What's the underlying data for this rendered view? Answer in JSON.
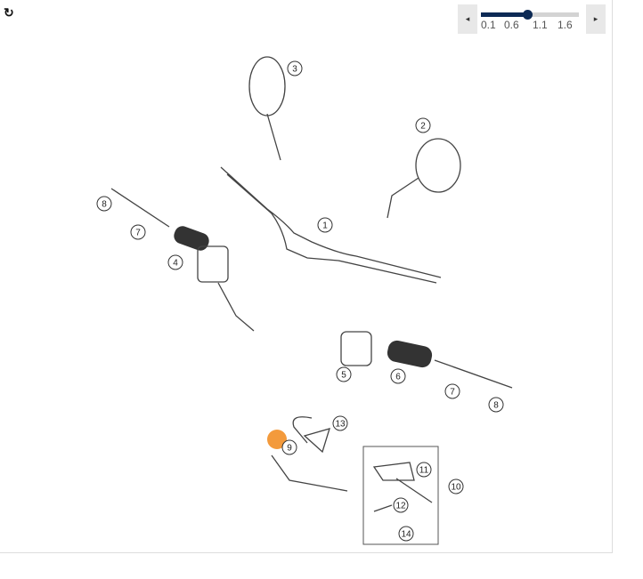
{
  "toolbar": {
    "refresh_icon": "refresh-icon",
    "prev_label": "◂",
    "next_label": "▸"
  },
  "zoom": {
    "tick_labels": [
      "0.1",
      "0.6",
      "1.1",
      "1.6"
    ],
    "min": 0.1,
    "max": 1.7,
    "value": 0.85,
    "fill_color": "#0d2a55"
  },
  "diagram": {
    "callouts": [
      "1",
      "2",
      "3",
      "4",
      "5",
      "6",
      "7",
      "8",
      "7",
      "8",
      "9",
      "10",
      "11",
      "12",
      "13",
      "14"
    ],
    "highlight_color": "#f39a3c"
  }
}
